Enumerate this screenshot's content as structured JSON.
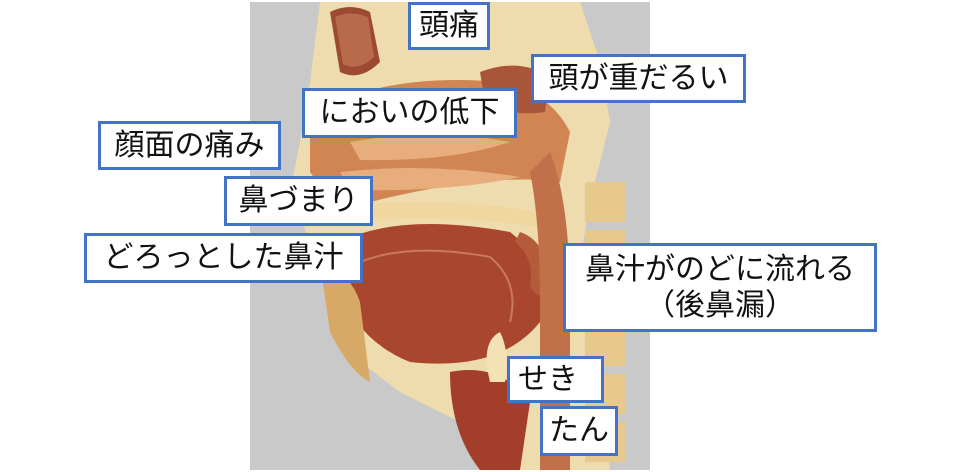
{
  "figure": {
    "description": "sagittal-head-neck-anatomy-illustration",
    "background_color": "#c9c9c9",
    "border_color": "#4472c4"
  },
  "labels": {
    "headache": "頭痛",
    "head_heaviness": "頭が重だるい",
    "loss_of_smell": "においの低下",
    "facial_pain": "顔面の痛み",
    "nasal_congestion": "鼻づまり",
    "thick_nasal_discharge": "どろっとした鼻汁",
    "postnasal_drip_line1": "鼻汁がのどに流れる",
    "postnasal_drip_line2": "（後鼻漏）",
    "cough": "せき",
    "phlegm": "たん"
  }
}
